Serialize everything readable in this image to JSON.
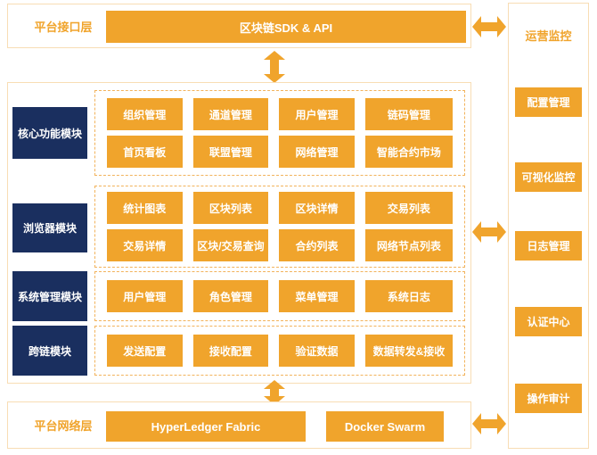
{
  "colors": {
    "orange": "#f0a42c",
    "navy": "#1a2f5f",
    "panel_border": "#f8ddb4",
    "dashed_border": "#f2b35c"
  },
  "interface_layer": {
    "label": "平台接口层",
    "box": "区块链SDK & API"
  },
  "modules": [
    {
      "label": "核心功能模块",
      "rows": [
        [
          "组织管理",
          "通道管理",
          "用户管理",
          "链码管理"
        ],
        [
          "首页看板",
          "联盟管理",
          "网络管理",
          "智能合约市场"
        ]
      ]
    },
    {
      "label": "浏览器模块",
      "rows": [
        [
          "统计图表",
          "区块列表",
          "区块详情",
          "交易列表"
        ],
        [
          "交易详情",
          "区块/交易查询",
          "合约列表",
          "网络节点列表"
        ]
      ]
    },
    {
      "label": "系统管理模块",
      "rows": [
        [
          "用户管理",
          "角色管理",
          "菜单管理",
          "系统日志"
        ]
      ]
    },
    {
      "label": "跨链模块",
      "rows": [
        [
          "发送配置",
          "接收配置",
          "验证数据",
          "数据转发&接收"
        ]
      ]
    }
  ],
  "network_layer": {
    "label": "平台网络层",
    "boxes": [
      "HyperLedger Fabric",
      "Docker Swarm"
    ]
  },
  "ops_panel": {
    "label": "运营监控",
    "boxes": [
      "配置管理",
      "可视化监控",
      "日志管理",
      "认证中心",
      "操作审计"
    ]
  }
}
